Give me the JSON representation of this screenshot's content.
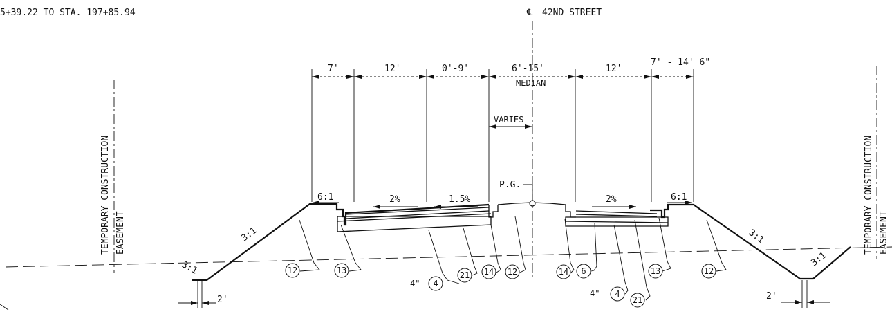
{
  "header": {
    "station_range": "5+39.22 TO STA. 197+85.94",
    "centerline_symbol": "℄",
    "centerline_label": "42ND STREET"
  },
  "side_labels": {
    "left_line1": "TEMPORARY CONSTRUCTION",
    "left_line2": "EASEMENT",
    "right_line1": "TEMPORARY CONSTRUCTION",
    "right_line2": "EASEMENT"
  },
  "dimensions": {
    "d1": "7'",
    "d2": "12'",
    "d3": "0'-9'",
    "d4": "6'-15'",
    "d4_sub": "MEDIAN",
    "d5": "12'",
    "d6": "7' - 14' 6\"",
    "varies": "VARIES",
    "ditch_left": "2'",
    "ditch_right": "2'"
  },
  "slopes": {
    "left_shoulder": "6:1",
    "left_lane1": "2%",
    "left_lane2": "1.5%",
    "right_lane": "2%",
    "right_shoulder": "6:1",
    "left_fore": "3:1",
    "left_back": "3:1",
    "right_fore": "3:1",
    "right_back": "3:1"
  },
  "pg_label": "P.G.",
  "callouts": {
    "c1": "12",
    "c2": "13",
    "c3_prefix": "4\"",
    "c3": "4",
    "c4": "21",
    "c5": "14",
    "c6": "12",
    "c7": "14",
    "c8": "6",
    "c9_prefix": "4\"",
    "c9": "4",
    "c10": "21",
    "c11": "13",
    "c12": "12"
  }
}
